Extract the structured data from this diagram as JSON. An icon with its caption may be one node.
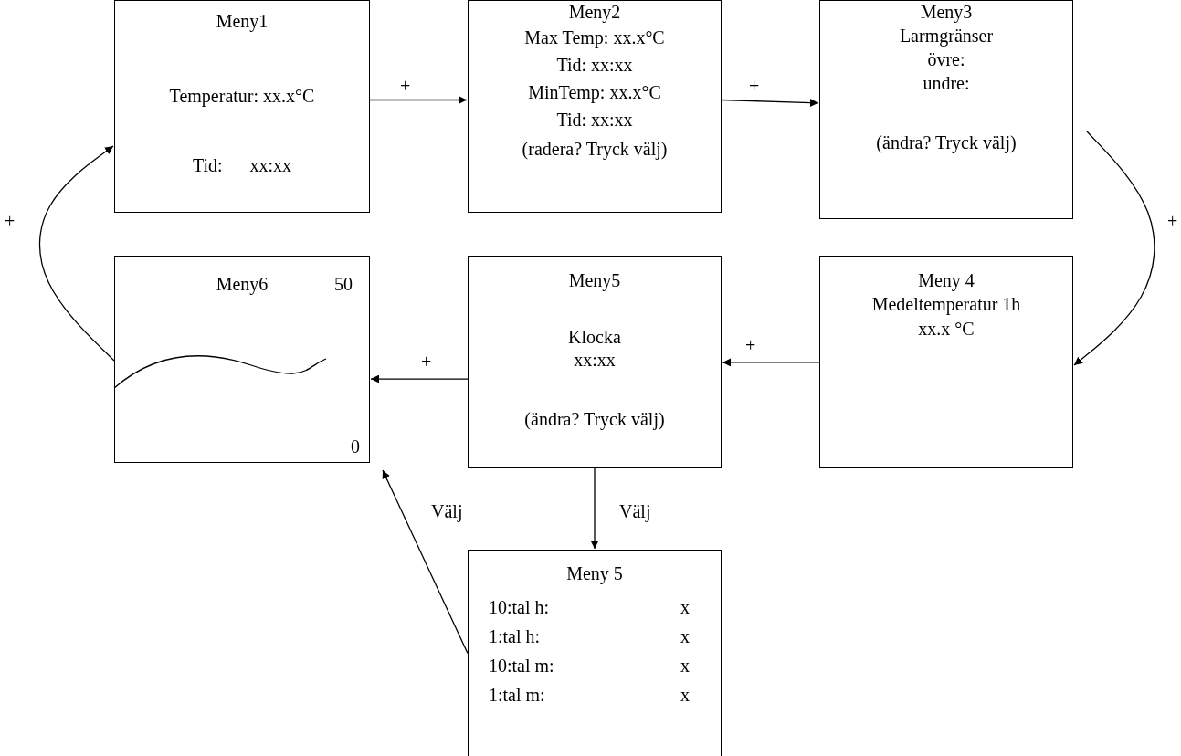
{
  "diagram": {
    "nodes": [
      {
        "text": [
          "Meny1",
          "Temperatur: xx.x°C",
          "Tid:      xx:xx"
        ]
      },
      {
        "text": [
          "Meny2",
          "Max Temp: xx.x°C",
          "Tid: xx:xx",
          "MinTemp: xx.x°C",
          "Tid: xx:xx",
          "(radera? Tryck välj)"
        ]
      },
      {
        "text": [
          "Meny3",
          "Larmgränser",
          "övre:",
          "undre:",
          "(ändra? Tryck välj)"
        ]
      },
      {
        "text": [
          "Meny 4",
          "Medeltemperatur 1h",
          "xx.x °C"
        ]
      },
      {
        "text": [
          "Meny5",
          "Klocka",
          "xx:xx",
          "(ändra? Tryck välj)"
        ]
      },
      {
        "text": [
          "Meny6",
          "50",
          "0"
        ]
      },
      {
        "text": [
          "Meny 5",
          "10:tal h:",
          "x",
          "1:tal h:",
          "x",
          "10:tal m:",
          "x",
          "1:tal m:",
          "x"
        ]
      }
    ],
    "edges": [
      {
        "from": 0,
        "to": 1,
        "arrow": "to",
        "label": "+"
      },
      {
        "from": 1,
        "to": 2,
        "arrow": "to",
        "label": "+"
      },
      {
        "from": 2,
        "to": 3,
        "arrow": "to",
        "label": "+"
      },
      {
        "from": 3,
        "to": 4,
        "arrow": "to",
        "label": "+"
      },
      {
        "from": 4,
        "to": 5,
        "arrow": "to",
        "label": "+"
      },
      {
        "from": 5,
        "to": 0,
        "arrow": "to",
        "label": "+"
      },
      {
        "from": 4,
        "to": 6,
        "arrow": "to",
        "label": "Välj"
      },
      {
        "from": 6,
        "to": 5,
        "arrow": "to",
        "label": "Välj"
      }
    ]
  }
}
